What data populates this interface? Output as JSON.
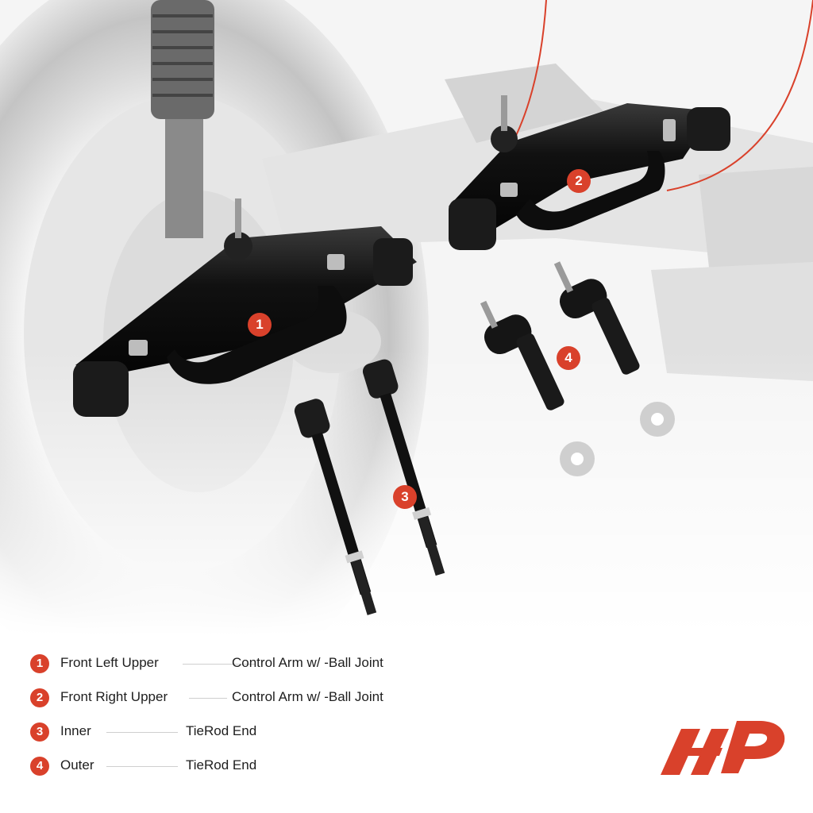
{
  "accent_color": "#d9412b",
  "image": {
    "alt": "Front upper control arms with ball joints, inner and outer tie rod ends"
  },
  "callouts": [
    "1",
    "2",
    "3",
    "4"
  ],
  "legend": [
    {
      "num": "1",
      "left": "Front Left Upper",
      "right": "Control Arm w/ -Ball Joint"
    },
    {
      "num": "2",
      "left": "Front Right Upper",
      "right": "Control Arm w/ -Ball Joint"
    },
    {
      "num": "3",
      "left": "Inner",
      "right": "TieRod End"
    },
    {
      "num": "4",
      "left": "Outer",
      "right": "TieRod End"
    }
  ],
  "logo": {
    "icon": "brand-logo-icon"
  }
}
